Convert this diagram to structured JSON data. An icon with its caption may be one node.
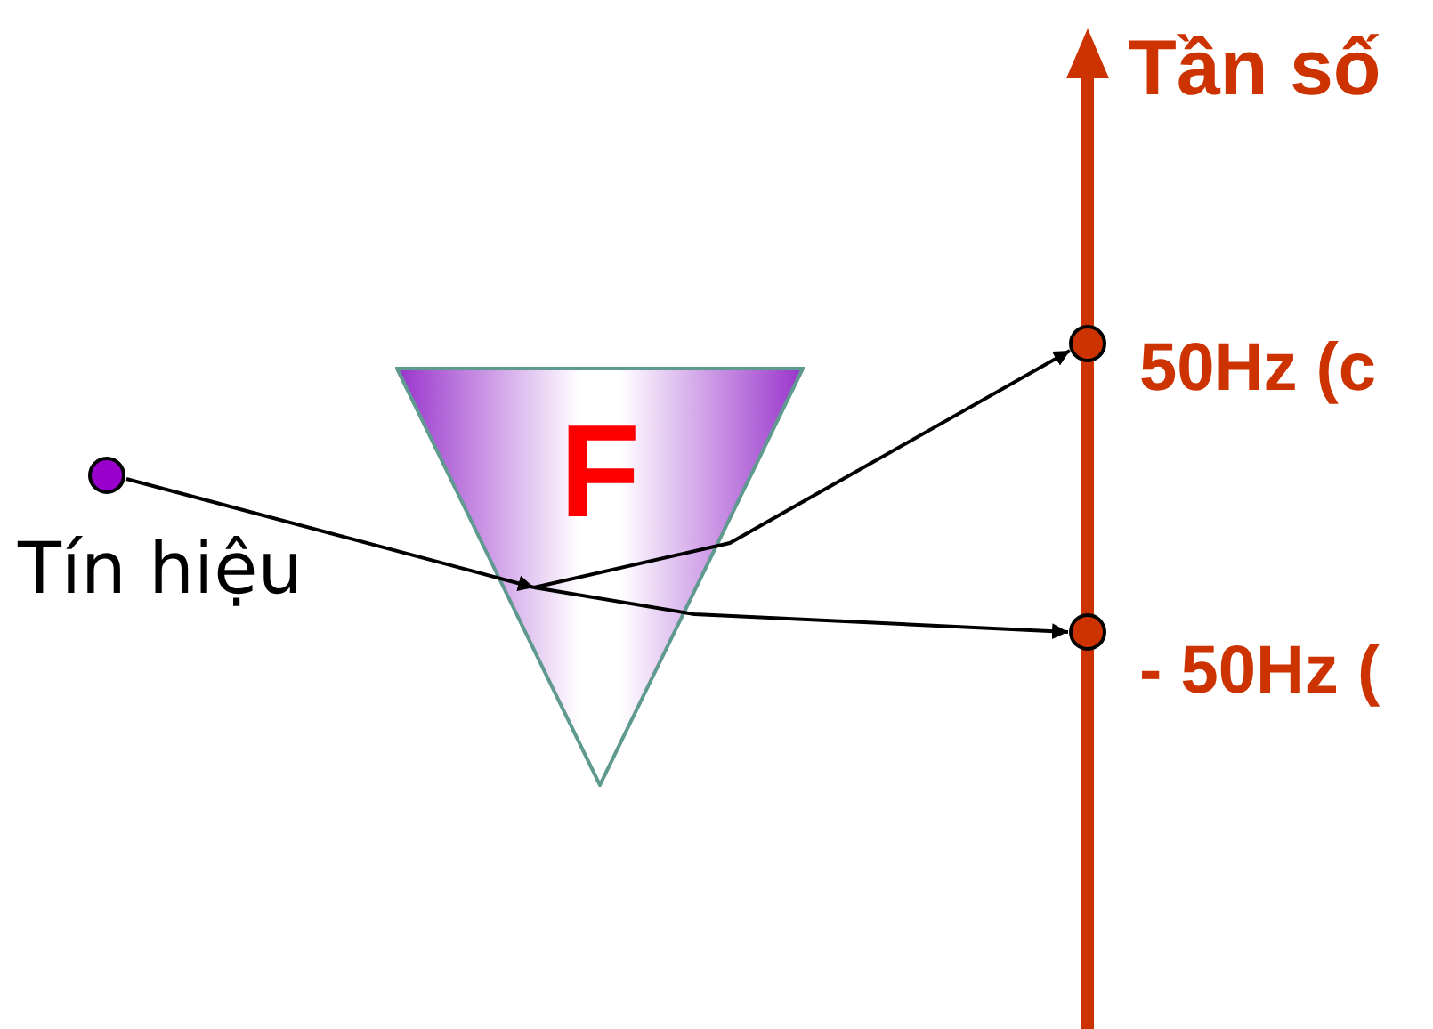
{
  "diagram": {
    "nodes": [
      {
        "text": [],
        "shape": "circle",
        "beside": [
          "Tín hiệu"
        ]
      },
      {
        "text": [
          "F"
        ]
      },
      {
        "text": [],
        "shape": "circle",
        "beside": [
          "50Hz (c"
        ]
      },
      {
        "text": [],
        "shape": "circle",
        "beside": [
          "- 50Hz ("
        ]
      }
    ],
    "edges": [
      {
        "from": 0,
        "to": 1,
        "arrow": "to"
      },
      {
        "from": 1,
        "to": 2,
        "arrow": "to"
      },
      {
        "from": 1,
        "to": 3,
        "arrow": "to"
      }
    ],
    "labels": [
      "Tần số"
    ]
  }
}
